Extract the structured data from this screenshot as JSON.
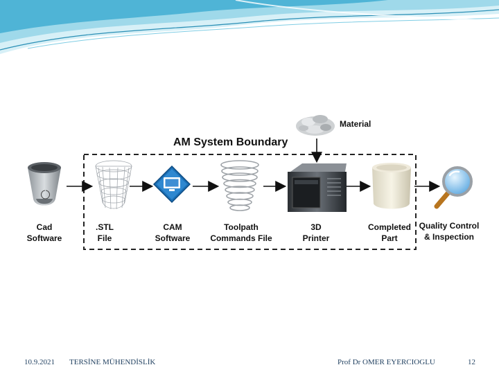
{
  "slide": {
    "boundary_title": "AM System Boundary",
    "material_label": "Material",
    "steps": [
      {
        "line1": "Cad",
        "line2": "Software",
        "icon": "crucible-cad-model-icon"
      },
      {
        "line1": ".STL",
        "line2": "File",
        "icon": "stl-wireframe-mesh-icon"
      },
      {
        "line1": "CAM",
        "line2": "Software",
        "icon": "cam-software-monitor-icon"
      },
      {
        "line1": "Toolpath",
        "line2": "Commands File",
        "icon": "toolpath-rings-icon"
      },
      {
        "line1": "3D",
        "line2": "Printer",
        "icon": "3d-printer-icon"
      },
      {
        "line1": "Completed",
        "line2": "Part",
        "icon": "printed-part-icon"
      },
      {
        "line1": "Quality Control",
        "line2": "& Inspection",
        "icon": "magnifier-icon"
      }
    ]
  },
  "footer": {
    "date": "10.9.2021",
    "course": "TERSİNE MÜHENDİSLİK",
    "author": "Prof Dr OMER EYERCIOGLU",
    "page": "12"
  },
  "colors": {
    "wave_light": "#bfe6f2",
    "wave_mid": "#6cc3dd",
    "wave_dark": "#2a8fb5",
    "magnifier_blue": "#5aa7e0",
    "cam_blue": "#1b6fb5"
  }
}
